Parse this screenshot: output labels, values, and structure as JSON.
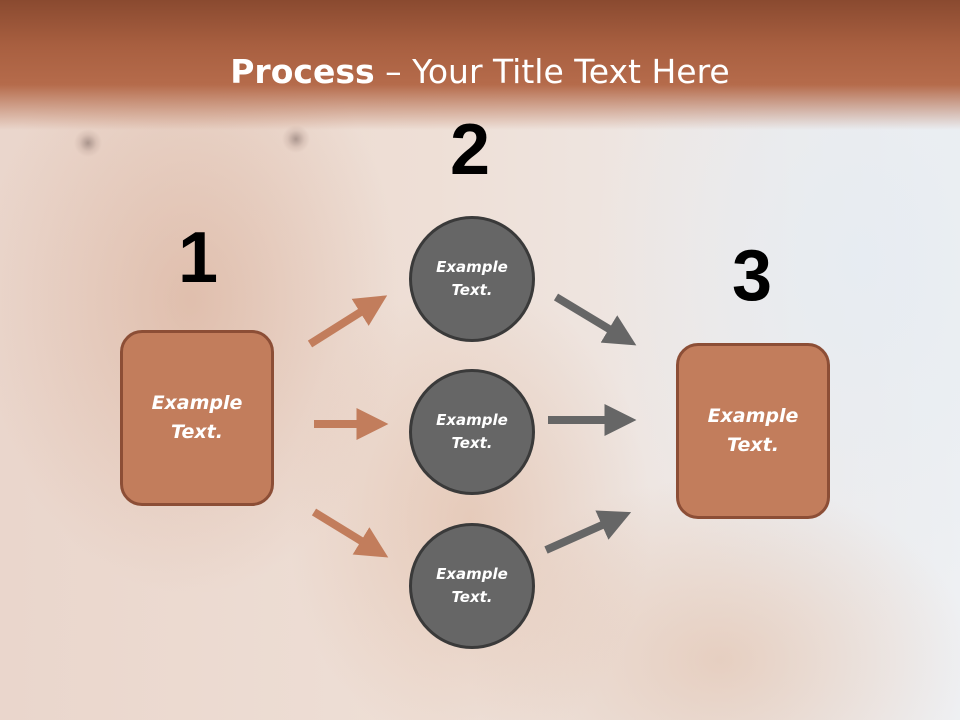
{
  "slide": {
    "title_bold": "Process",
    "title_rest": " – Your Title Text Here"
  },
  "steps": [
    {
      "number": "1"
    },
    {
      "number": "2"
    },
    {
      "number": "3"
    }
  ],
  "start_box": {
    "text": "Example Text."
  },
  "middle_circles": [
    {
      "text": "Example Text."
    },
    {
      "text": "Example Text."
    },
    {
      "text": "Example Text."
    }
  ],
  "end_box": {
    "text": "Example Text."
  },
  "colors": {
    "header": "#a85f40",
    "box_fill": "#c27d5c",
    "box_border": "#8c4e36",
    "circle_fill": "#666666",
    "circle_border": "#3a3a3a",
    "arrow_in": "#c27d5c",
    "arrow_out": "#666666"
  }
}
